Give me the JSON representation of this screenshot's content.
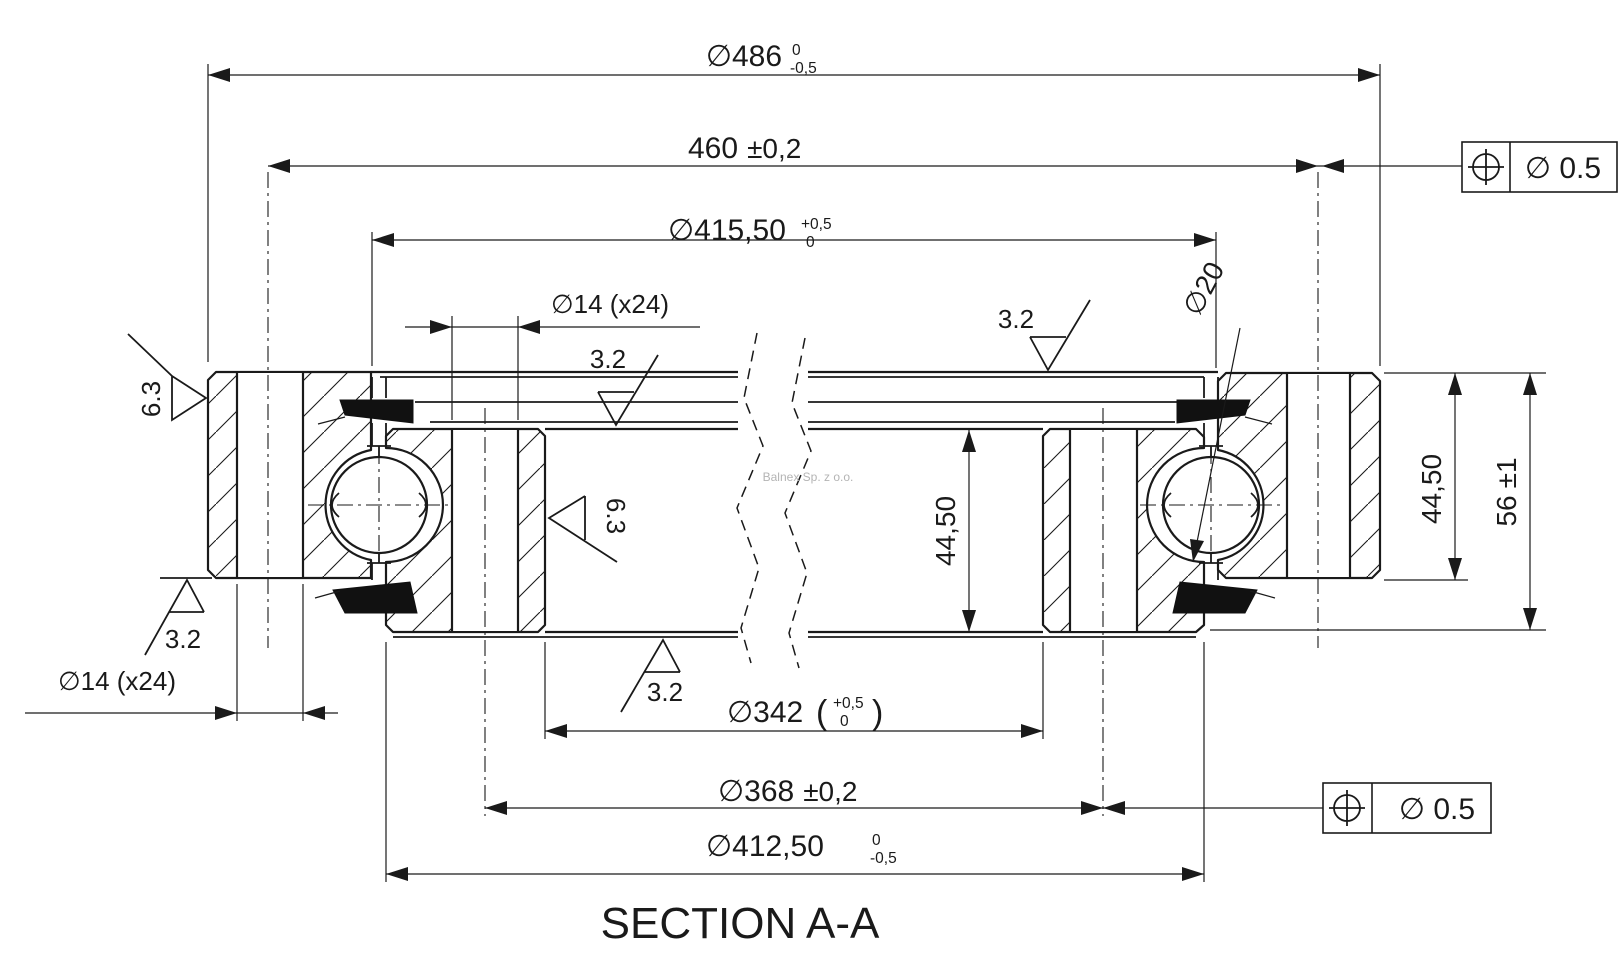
{
  "drawing": {
    "title": "SECTION A-A",
    "watermark": "Balnex Sp. z o.o.",
    "dims": {
      "outer_diameter": {
        "value": "∅486",
        "tol_upper": "0",
        "tol_lower": "-0,5"
      },
      "bolt_circle_outer": {
        "value": "460",
        "tol": "±0,2"
      },
      "outer_ring_inner_diameter": {
        "value": "∅415,50",
        "tol_upper": "+0,5",
        "tol_lower": "0"
      },
      "bolt_hole_top": {
        "value": "∅14 (x24)"
      },
      "bolt_hole_bottom": {
        "value": "∅14 (x24)"
      },
      "ball_diameter": {
        "value": "∅20"
      },
      "bore_diameter": {
        "value": "∅342",
        "paren_open": "(",
        "tol_upper": "+0,5",
        "tol_lower": "0",
        "paren_close": ")"
      },
      "bolt_circle_inner": {
        "value": "∅368",
        "tol": "±0,2"
      },
      "inner_ring_outer_diameter": {
        "value": "∅412,50",
        "tol_upper": "0",
        "tol_lower": "-0,5"
      },
      "inner_ring_height": {
        "value": "44,50"
      },
      "outer_ring_height": {
        "value": "44,50"
      },
      "total_height": {
        "value": "56",
        "tol": "±1"
      }
    },
    "roughness": {
      "left_face": "6.3",
      "bore_face": "6.3",
      "top_inner": "3.2",
      "top_right": "3.2",
      "bottom_left": "3.2",
      "bottom_mid": "3.2"
    },
    "geo_tolerance_top": {
      "value": "∅ 0.5"
    },
    "geo_tolerance_bottom": {
      "value": "∅ 0.5"
    }
  }
}
